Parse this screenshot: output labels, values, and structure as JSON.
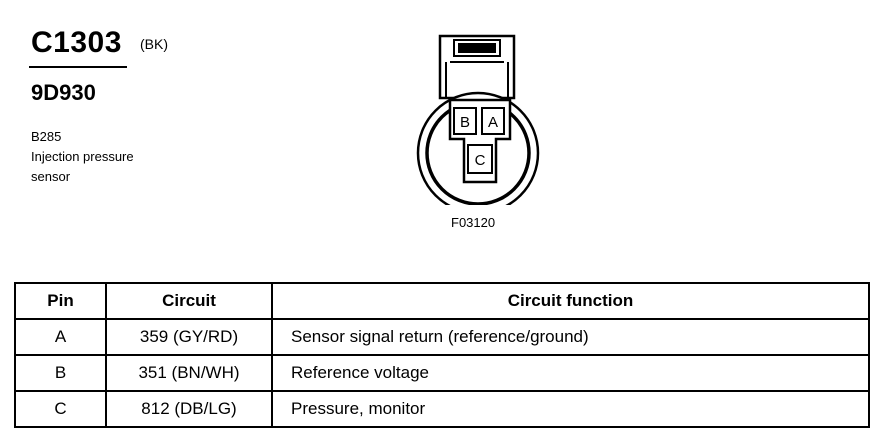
{
  "header": {
    "connector_id": "C1303",
    "color_code": "(BK)",
    "part_number": "9D930",
    "description_lines": [
      "B285",
      "Injection pressure",
      "sensor"
    ]
  },
  "diagram": {
    "pin_labels": [
      "B",
      "A",
      "C"
    ],
    "figure_ref": "F03120"
  },
  "table": {
    "headers": [
      "Pin",
      "Circuit",
      "Circuit function"
    ],
    "rows": [
      {
        "pin": "A",
        "circuit": "359 (GY/RD)",
        "function": "Sensor signal return (reference/ground)"
      },
      {
        "pin": "B",
        "circuit": "351 (BN/WH)",
        "function": "Reference voltage"
      },
      {
        "pin": "C",
        "circuit": "812 (DB/LG)",
        "function": "Pressure, monitor"
      }
    ]
  }
}
